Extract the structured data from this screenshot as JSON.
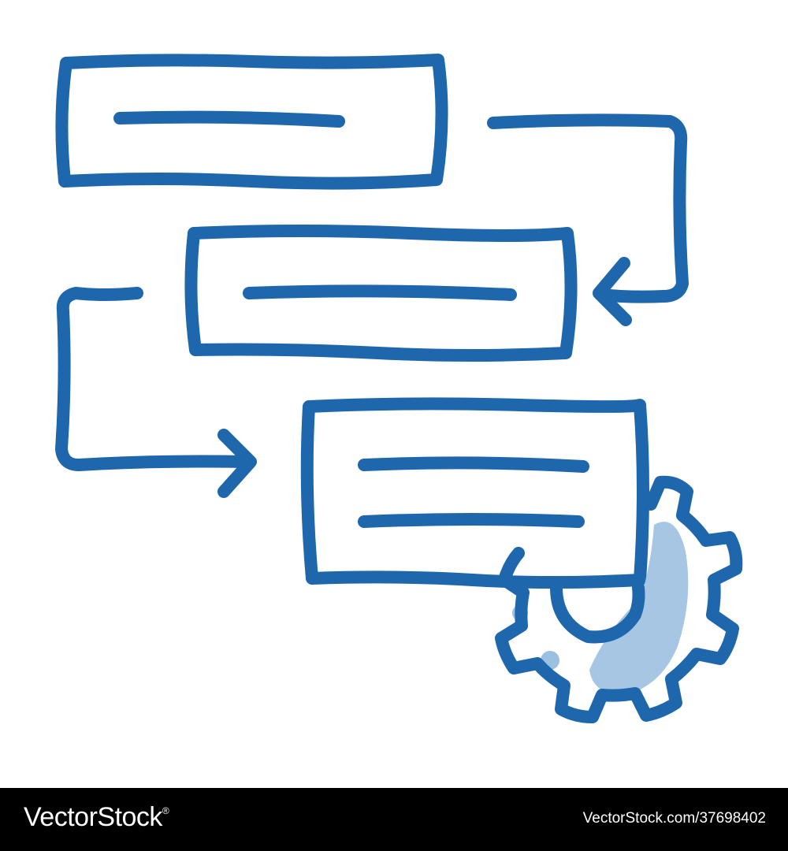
{
  "artwork": {
    "subject": "process flow with gear",
    "stroke_color": "#1f67ad",
    "fill_color": "#9cc0e0",
    "icons": [
      "process-box-icon",
      "arrow-icon",
      "gear-icon"
    ]
  },
  "footer": {
    "brand": "VectorStock",
    "brand_mark": "®",
    "image_id": "VectorStock.com/37698402",
    "background": "#000000",
    "text_color": "#ffffff"
  }
}
